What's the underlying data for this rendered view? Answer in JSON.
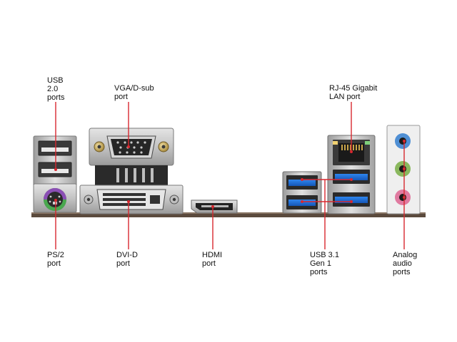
{
  "labels": {
    "usb2": [
      "USB",
      "2.0",
      "ports"
    ],
    "vga": [
      "VGA/D-sub",
      "port"
    ],
    "rj45": [
      "RJ-45 Gigabit",
      "LAN port"
    ],
    "ps2": [
      "PS/2",
      "port"
    ],
    "dvi": [
      "DVI-D",
      "port"
    ],
    "hdmi": [
      "HDMI",
      "port"
    ],
    "usb31": [
      "USB 3.1",
      "Gen 1",
      "ports"
    ],
    "audio": [
      "Analog",
      "audio",
      "ports"
    ]
  },
  "colors": {
    "callout": "#d8282f",
    "usb3_blue": "#1f6fd8",
    "ps2_purple": "#8b4fb5",
    "ps2_green": "#49a84e",
    "audio_blue": "#4f8fd4",
    "audio_green": "#8ab85e",
    "audio_pink": "#e07aa0"
  }
}
